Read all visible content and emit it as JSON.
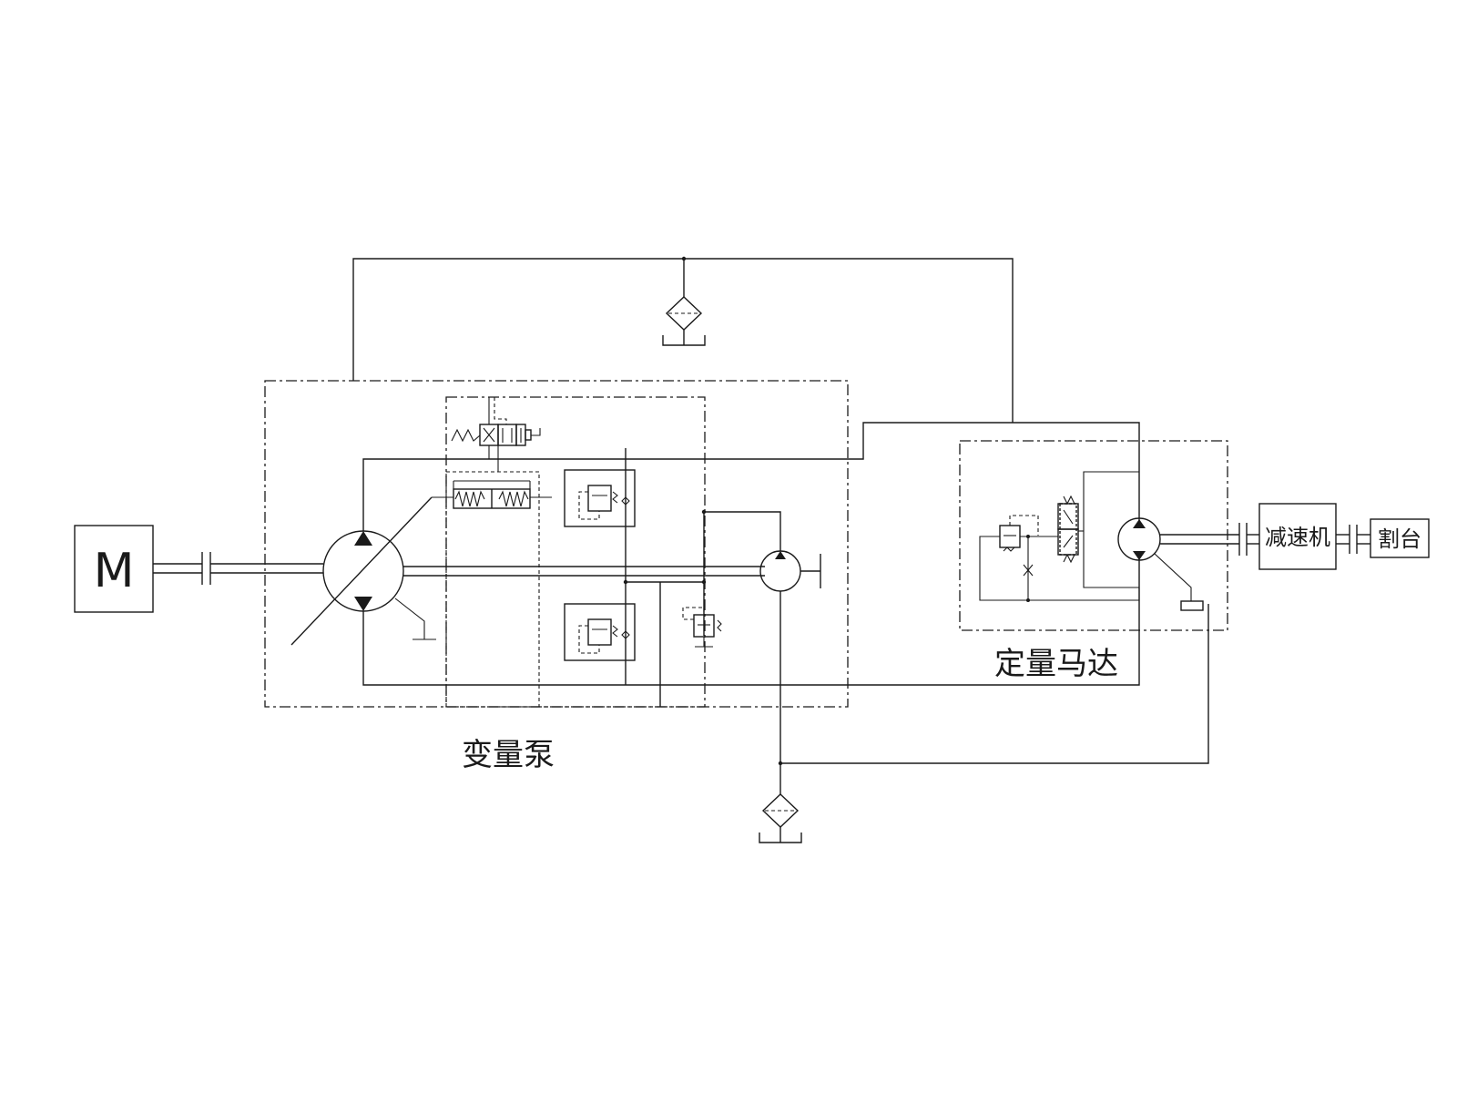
{
  "labels": {
    "motor": "M",
    "variable_pump": "变量泵",
    "fixed_motor": "定量马达",
    "reducer": "减速机",
    "header": "割台"
  },
  "colors": {
    "line": "#1a1a1a",
    "background": "#ffffff"
  }
}
